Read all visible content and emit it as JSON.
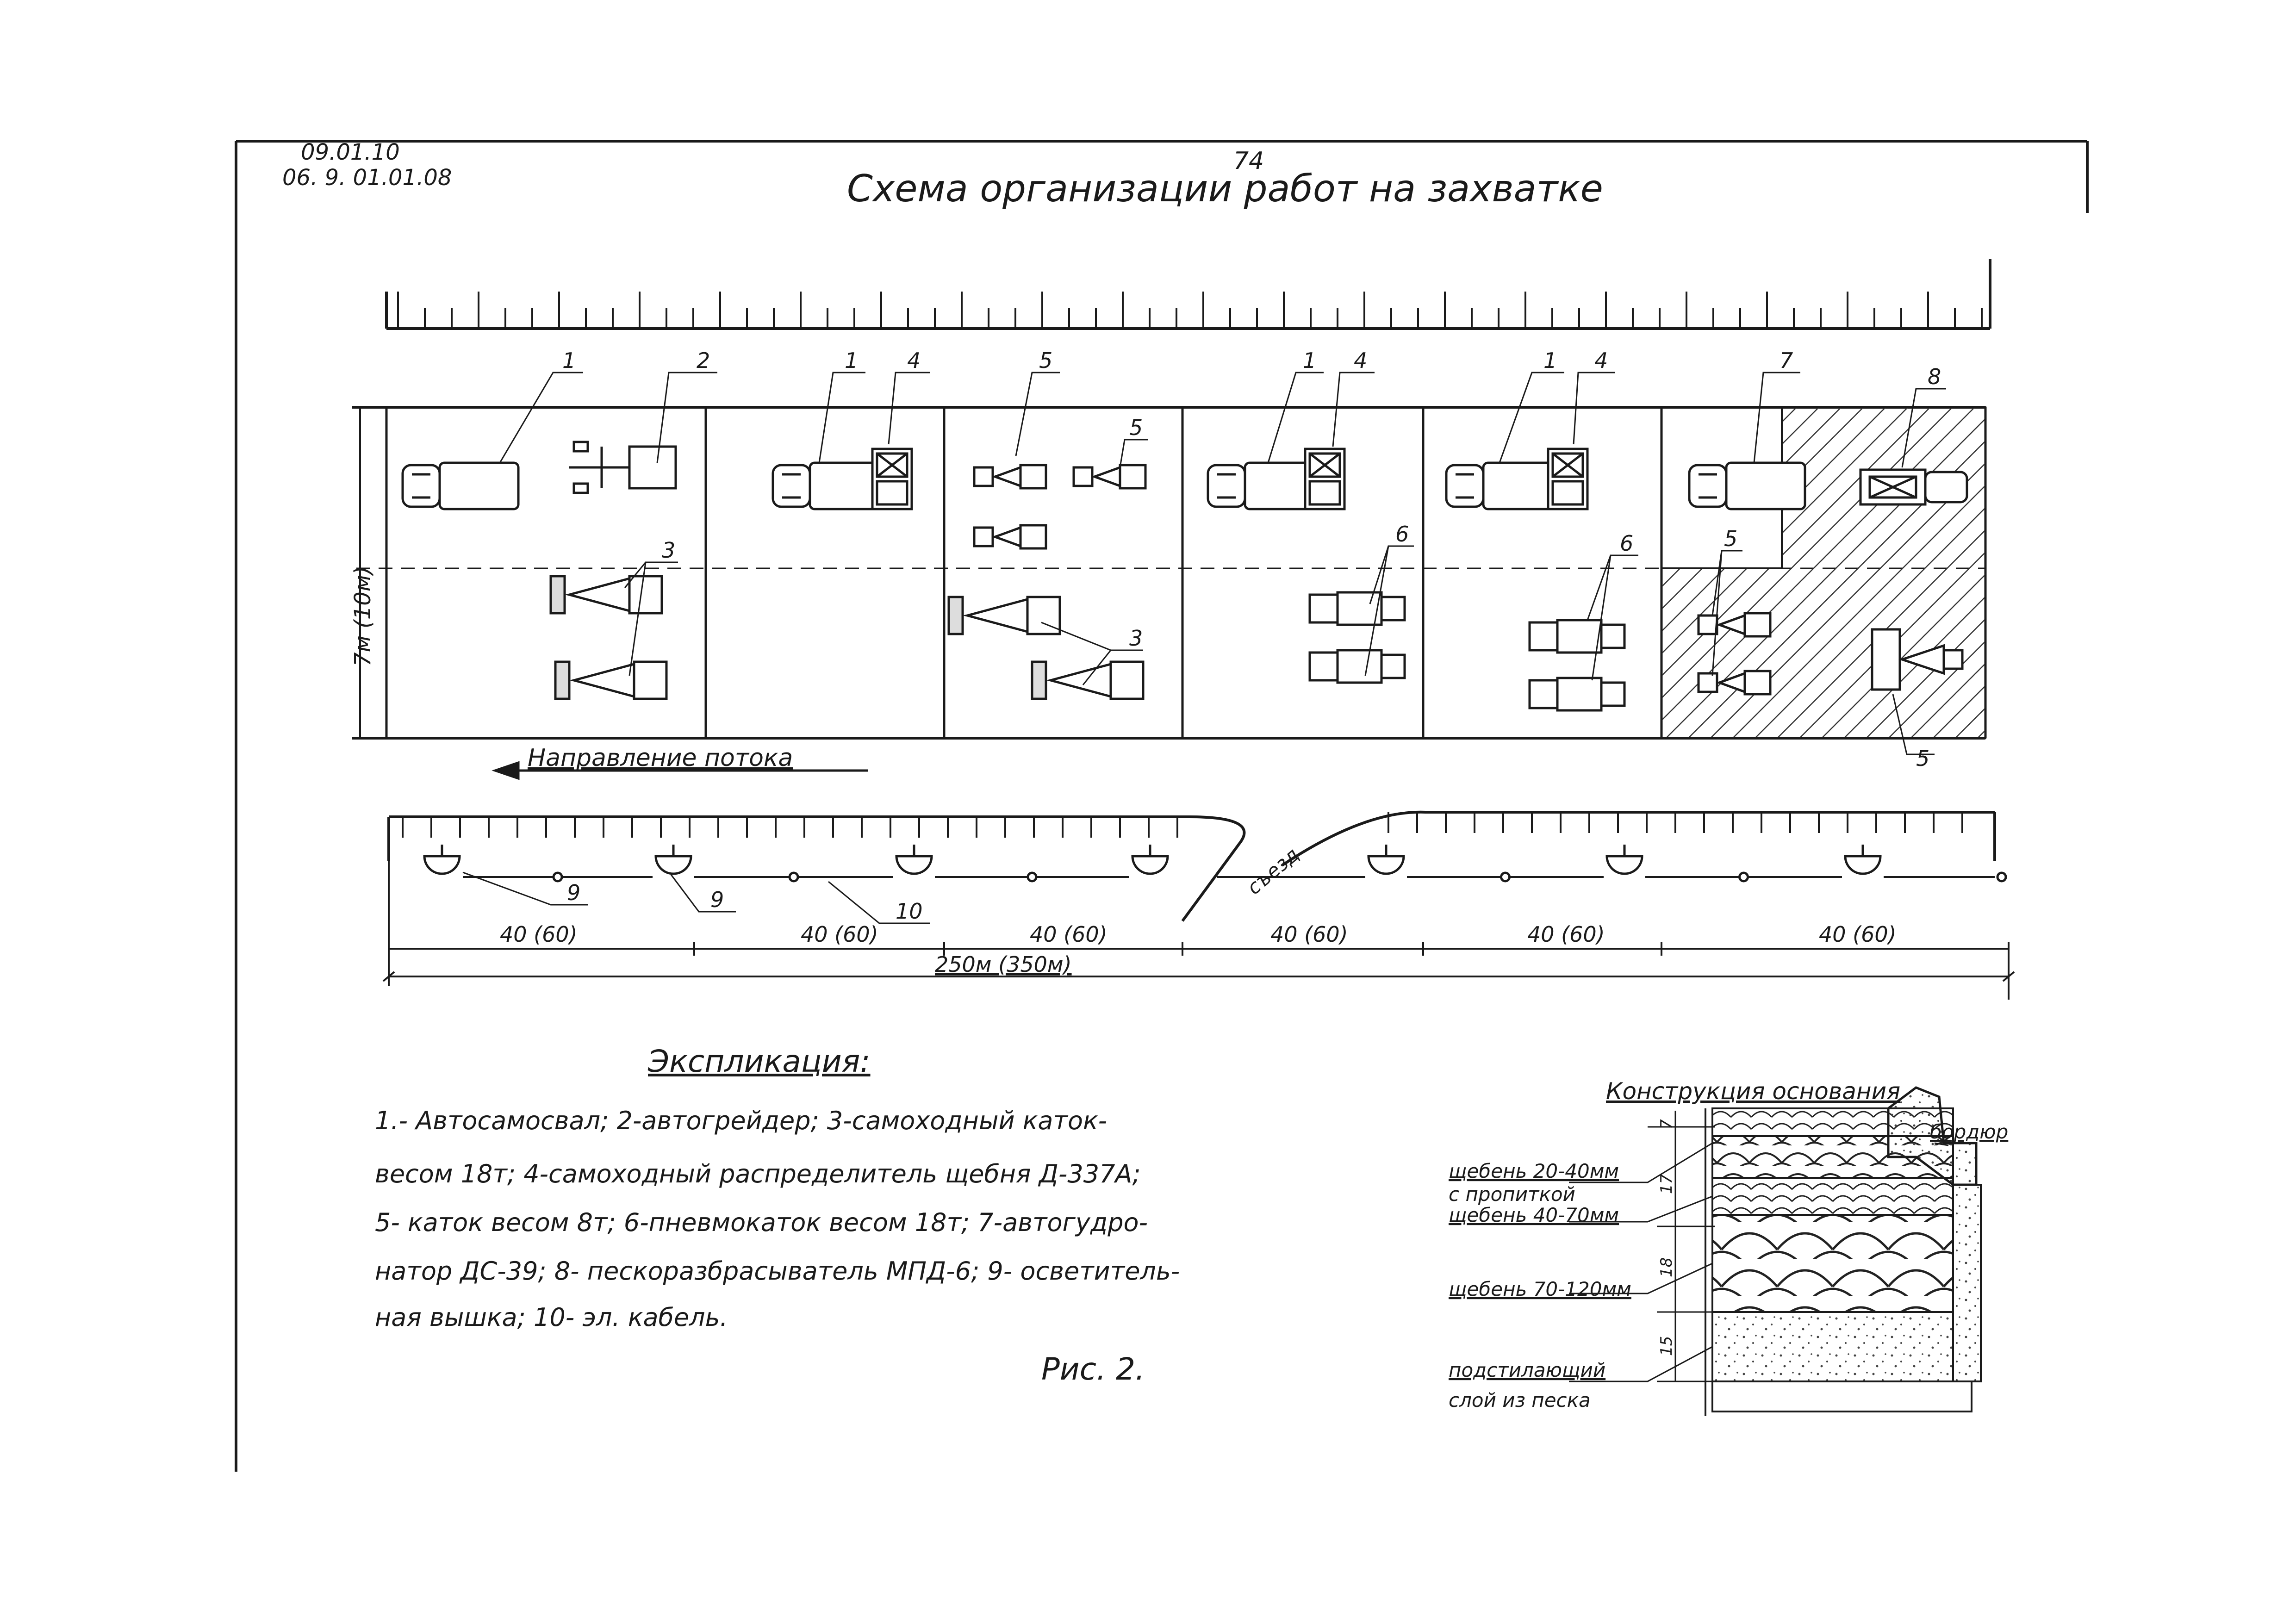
{
  "header": {
    "code_line1": "09.01.10",
    "code_line2": "06. 9. 01.01.08",
    "page_number": "74",
    "title": "Схема организации работ на захватке"
  },
  "scheme": {
    "width_label": "7м (10м)",
    "flow_direction": "Направление потока",
    "exit_label": "съезд",
    "segment_lengths": [
      "40 (60)",
      "40 (60)",
      "40 (60)",
      "40 (60)",
      "40 (60)",
      "40 (60)"
    ],
    "total_length": "250м (350м)",
    "callouts": {
      "c1": "1",
      "c2": "2",
      "c3": "3",
      "c4": "4",
      "c5": "5",
      "c6": "6",
      "c7": "7",
      "c8": "8",
      "c9": "9",
      "c10": "10"
    }
  },
  "legend": {
    "title": "Экспликация:",
    "lines": [
      "1.- Автосамосвал; 2-автогрейдер; 3-самоходный каток-",
      "весом 18т;      4-самоходный распределитель щебня Д-337А;",
      "5- каток весом 8т;      6-пневмокаток весом 18т; 7-автогудро-",
      "натор ДС-39;  8- пескоразбрасыватель МПД-6;  9- осветитель-",
      "ная вышка;       10- эл. кабель."
    ]
  },
  "figure_caption": "Рис. 2.",
  "construction": {
    "title": "Конструкция основания",
    "curb_label": "бордюр",
    "layers": [
      "щебень 20-40мм",
      "с пропиткой",
      "щебень 40-70мм",
      "щебень 70-120мм",
      "подстилающий",
      "слой из песка"
    ],
    "thickness": [
      "7",
      "17",
      "18",
      "15"
    ]
  }
}
